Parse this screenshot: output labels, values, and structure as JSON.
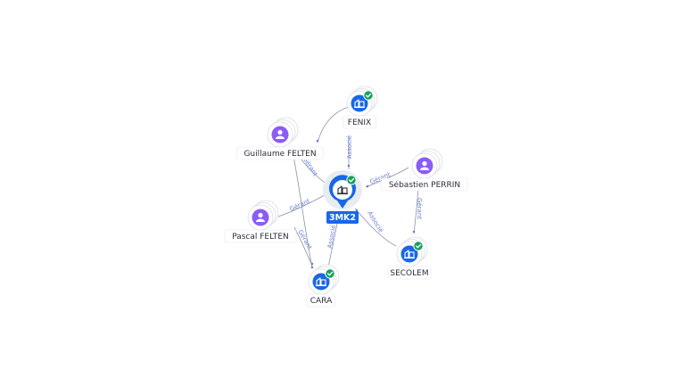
{
  "colors": {
    "edge": "#8a92a6",
    "edge_label": "#6b7fd6",
    "company": "#1867e6",
    "person": "#8b5cf6",
    "verified": "#17a05d",
    "center_label_bg": "#1867e6"
  },
  "center": {
    "name": "3MK2",
    "icon": "building-icon",
    "verified": true
  },
  "nodes": [
    {
      "id": "fenix",
      "type": "company",
      "name": "FENIX",
      "icon": "building-icon",
      "verified": true
    },
    {
      "id": "guillaume",
      "type": "person",
      "name": "Guillaume FELTEN",
      "icon": "person-icon",
      "verified": false
    },
    {
      "id": "sebastien",
      "type": "person",
      "name": "Sébastien PERRIN",
      "icon": "person-icon",
      "verified": false
    },
    {
      "id": "pascal",
      "type": "person",
      "name": "Pascal FELTEN",
      "icon": "person-icon",
      "verified": false
    },
    {
      "id": "secolem",
      "type": "company",
      "name": "SECOLEM",
      "icon": "building-icon",
      "verified": true
    },
    {
      "id": "cara",
      "type": "company",
      "name": "CARA",
      "icon": "building-icon",
      "verified": true
    }
  ],
  "edges": [
    {
      "from": "fenix",
      "to": "3mk2",
      "label": "Associé"
    },
    {
      "from": "guillaume",
      "to": "3mk2",
      "label": "Gérant"
    },
    {
      "from": "sebastien",
      "to": "3mk2",
      "label": "Gérant"
    },
    {
      "from": "pascal",
      "to": "3mk2",
      "label": "Gérant"
    },
    {
      "from": "secolem",
      "to": "3mk2",
      "label": "Associé"
    },
    {
      "from": "cara",
      "to": "3mk2",
      "label": "Associé"
    },
    {
      "from": "fenix",
      "to": "guillaume",
      "label": ""
    },
    {
      "from": "sebastien",
      "to": "secolem",
      "label": "Gérant"
    },
    {
      "from": "pascal",
      "to": "cara",
      "label": "Gérant"
    },
    {
      "from": "guillaume",
      "to": "cara",
      "label": ""
    }
  ]
}
